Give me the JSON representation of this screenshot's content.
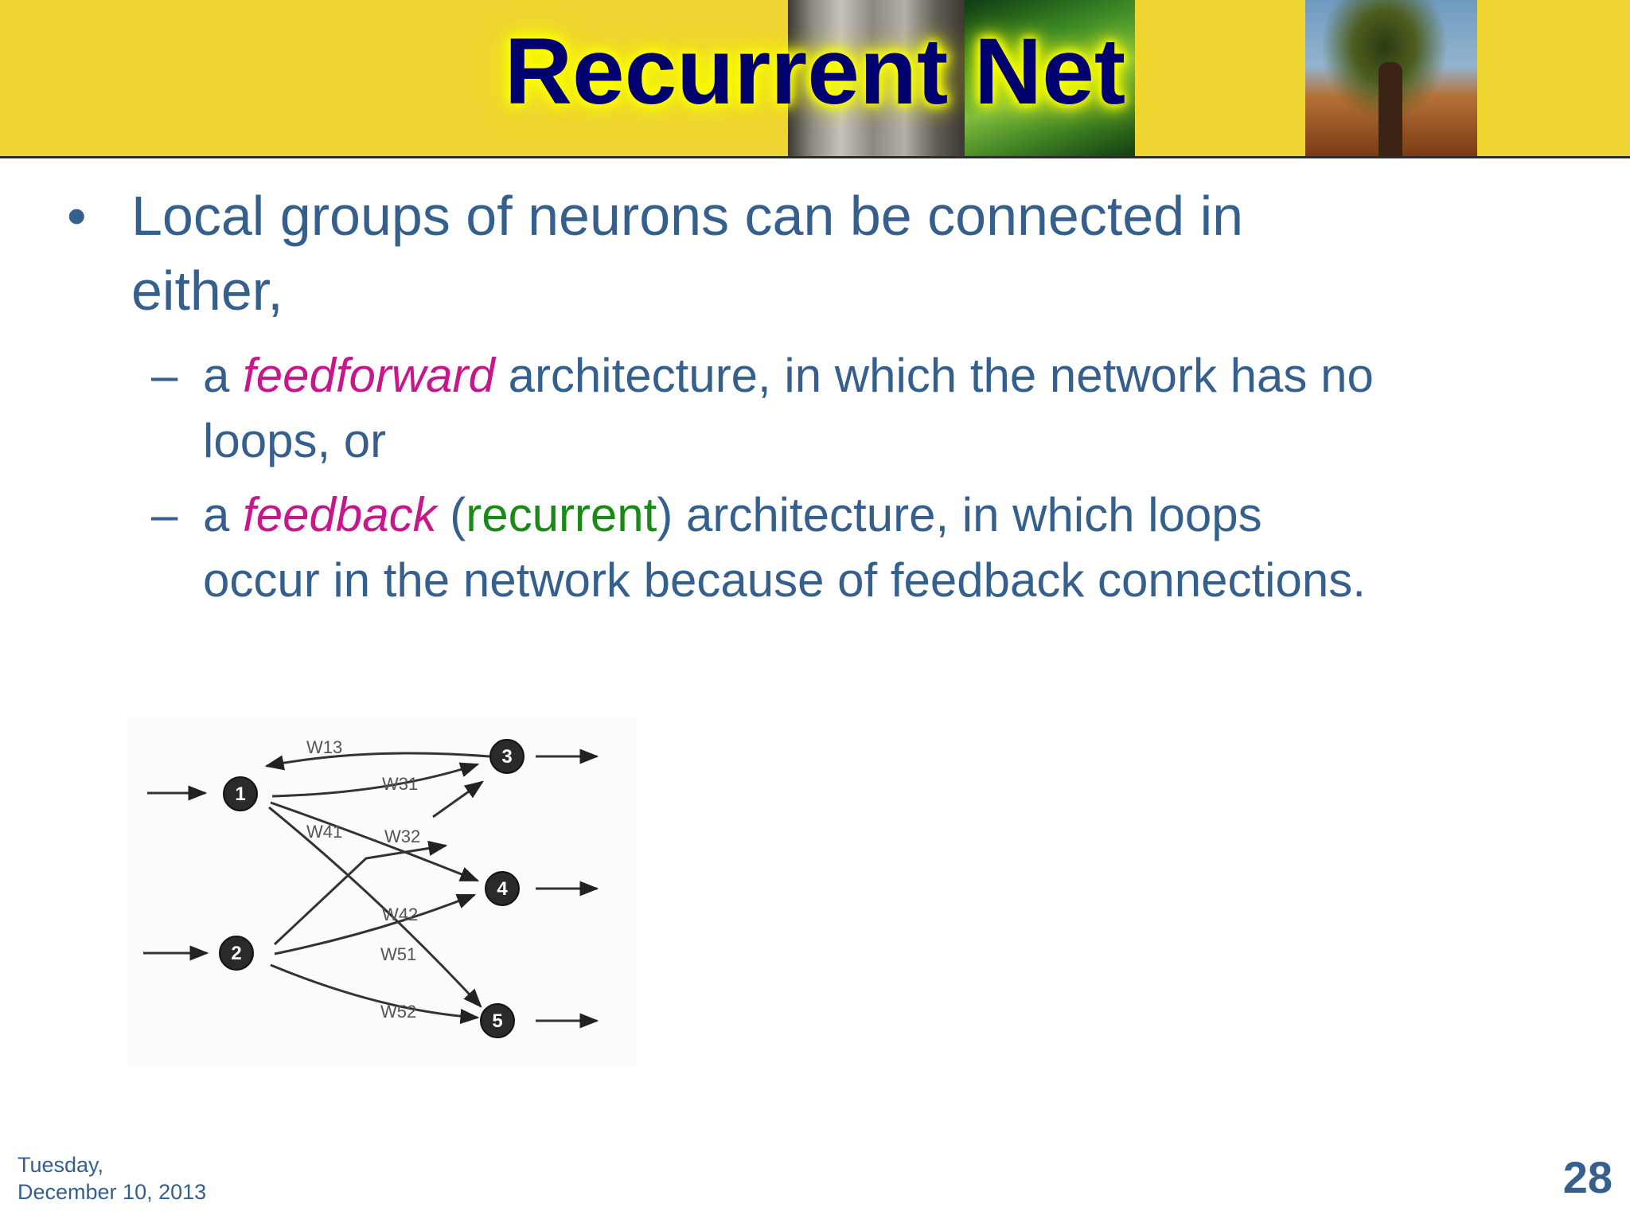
{
  "slide": {
    "title": "Recurrent Net",
    "bullet": {
      "marker": "•",
      "line1": "Local groups of neurons can be connected in",
      "line2": "either,"
    },
    "sub1": {
      "dash": "–",
      "prefix": "a ",
      "emphasis": "feedforward",
      "rest": " architecture, in which the network has no",
      "line2": "loops, or"
    },
    "sub2": {
      "dash": "–",
      "prefix": "a ",
      "emphasis": "feedback",
      "paren_open": " (",
      "green_word": "recurrent",
      "rest": ") architecture, in which loops",
      "line2": "occur in the network because of feedback connections."
    }
  },
  "diagram": {
    "nodes": [
      "1",
      "2",
      "3",
      "4",
      "5"
    ],
    "weights": {
      "w13": "W13",
      "w31": "W31",
      "w41": "W41",
      "w32": "W32",
      "w42": "W42",
      "w51": "W51",
      "w52": "W52"
    }
  },
  "footer": {
    "date_line1": "Tuesday,",
    "date_line2": "December 10, 2013",
    "page": "28"
  },
  "colors": {
    "header_bg": "#efd531",
    "title_color": "#00006e",
    "title_glow": "#ffff00",
    "body_text": "#35608e",
    "emphasis_pink": "#c8178a",
    "emphasis_green": "#1a8a17"
  }
}
